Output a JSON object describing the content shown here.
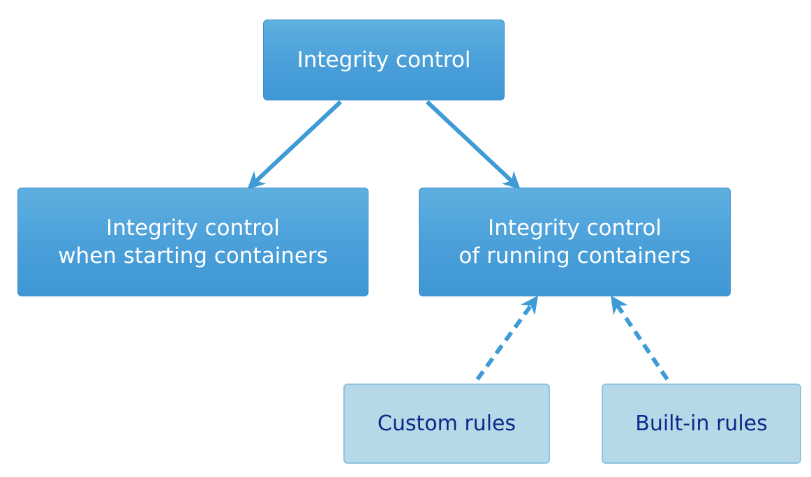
{
  "diagram": {
    "root": {
      "lines": [
        "Integrity control"
      ]
    },
    "left_child": {
      "lines": [
        "Integrity control",
        "when starting containers"
      ]
    },
    "right_child": {
      "lines": [
        "Integrity control",
        "of running containers"
      ]
    },
    "custom_rules": {
      "lines": [
        "Custom rules"
      ]
    },
    "builtin_rules": {
      "lines": [
        "Built-in rules"
      ]
    }
  },
  "colors": {
    "primary_node": "#4aa3dc",
    "secondary_node": "#b6d9e8",
    "secondary_text": "#0b2a8a",
    "edge": "#3e9bd6"
  }
}
